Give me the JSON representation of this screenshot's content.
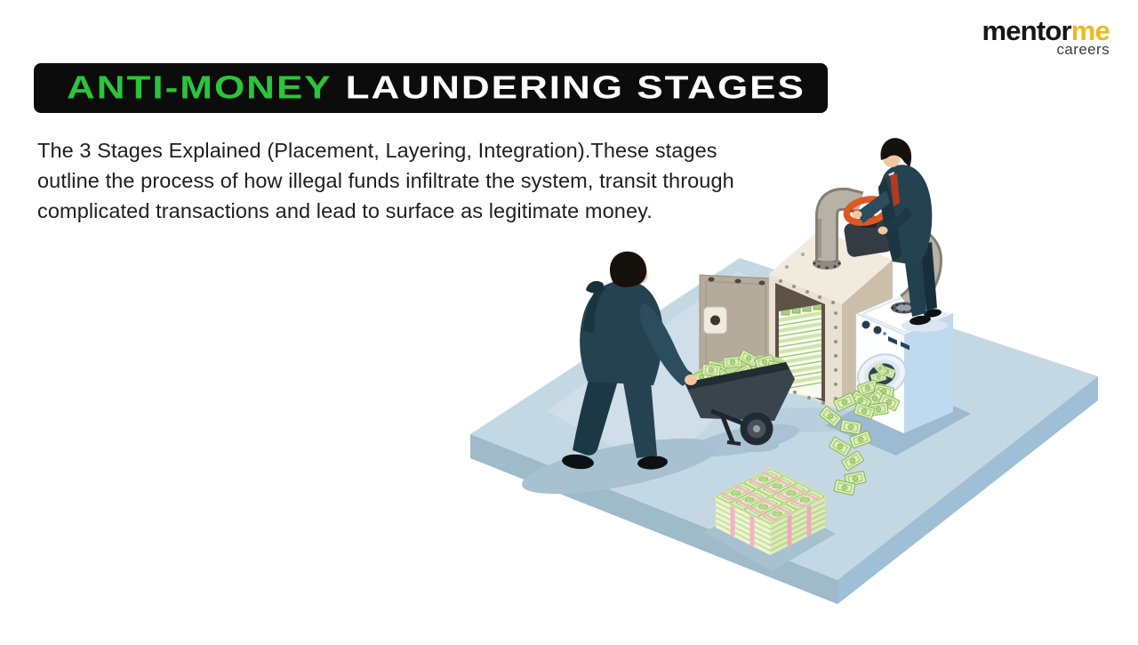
{
  "colors": {
    "background": "#FFFFFF",
    "banner_bg": "#0C0C0C",
    "accent_green": "#2BC53A",
    "banner_text": "#FFFFFF",
    "body_text": "#1E1E1E",
    "logo_black": "#161616",
    "logo_yellow": "#F0B71F",
    "logo_tagline": "#3A3A3A",
    "platform_top": "#C4D8E3",
    "platform_side_left": "#9FBAC8",
    "platform_side_right": "#9EBFD5",
    "suit": "#24424F",
    "skin": "#F2C6A0",
    "safe_front": "#E9E2D2",
    "safe_top": "#F1EBDD",
    "safe_door": "#B5AB9D",
    "machine_front": "#FDFEFE",
    "machine_side": "#BFD9EE",
    "pipe": "#B7B1A6",
    "valve_wheel": "#DD5827",
    "money_bill": "#DEEEB6",
    "money_edge": "#7FB457",
    "strap_pink": "#F4B3C6",
    "tie_red": "#B23A22"
  },
  "logo": {
    "part1": "mentor",
    "part2": "me",
    "tagline": "careers"
  },
  "banner": {
    "highlight": "ANTI-MONEY",
    "rest": "LAUNDERING STAGES"
  },
  "intro": {
    "lines": [
      "The 3 Stages Explained (Placement, Layering, Integration).These stages",
      "outline the process of how illegal funds infiltrate the system, transit through",
      "complicated transactions and lead to surface as legitimate money."
    ]
  },
  "illustration": {
    "description": "Isometric illustration of money laundering: a businessman wheels a barrow of cash toward an open safe full of banknotes, a second man in a suit turns an orange valve on a pipe that feeds a washing machine spilling clean bills, beside a strapped stack of banknote bundles on a light blue platform.",
    "parts": [
      "businessman pushing wheelbarrow of cash",
      "open safe filled with banknotes",
      "pipe with control valve",
      "man turning valve wheel",
      "washing machine spilling clean bills",
      "stack of banknote bundles"
    ]
  }
}
